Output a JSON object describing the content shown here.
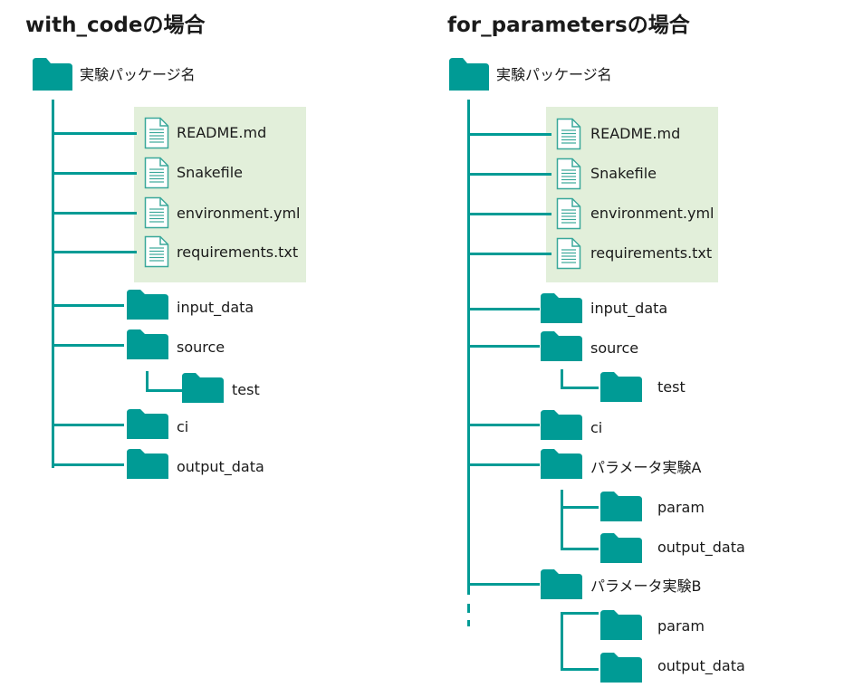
{
  "left": {
    "title": "with_codeの場合",
    "root": "実験パッケージ名",
    "files": [
      "README.md",
      "Snakefile",
      "environment.yml",
      "requirements.txt"
    ],
    "folders": {
      "input_data": "input_data",
      "source": "source",
      "test": "test",
      "ci": "ci",
      "output_data": "output_data"
    }
  },
  "right": {
    "title": "for_parametersの場合",
    "root": "実験パッケージ名",
    "files": [
      "README.md",
      "Snakefile",
      "environment.yml",
      "requirements.txt"
    ],
    "folders": {
      "input_data": "input_data",
      "source": "source",
      "test": "test",
      "ci": "ci",
      "param_a": "パラメータ実験A",
      "param_a_param": "param",
      "param_a_output": "output_data",
      "param_b": "パラメータ実験B",
      "param_b_param": "param",
      "param_b_output": "output_data"
    }
  },
  "colors": {
    "folder": "#009b95",
    "line": "#009b95",
    "highlight": "#e2efda",
    "file_stroke": "#3aa89a"
  },
  "icons": {
    "folder": "folder-icon",
    "file": "file-icon"
  }
}
